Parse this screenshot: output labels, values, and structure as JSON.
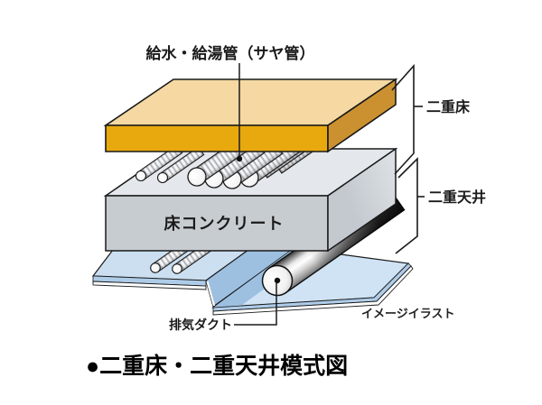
{
  "figure": {
    "caption": "●二重床・二重天井模式図",
    "watermark": "イメージイラスト",
    "labels": {
      "supply_pipes": "給水・給湯管（サヤ管）",
      "floor_concrete": "床コンクリート",
      "exhaust_duct": "排気ダクト",
      "double_floor": "二重床",
      "double_ceiling": "二重天井"
    },
    "colors": {
      "floor_panel_top": "#F5D8A2",
      "floor_panel_front": "#E8A90E",
      "floor_panel_side": "#CB9130",
      "slab_top": "#E4E8EC",
      "slab_front": "#C7CCD1",
      "ceiling_panel": "#CFE3F4",
      "ceiling_panel_upper": "#CBDFF1",
      "ceiling_recess": "#9DC0E1",
      "ceiling_edge": "#AECCE8",
      "outline": "#1A1A1A"
    }
  }
}
